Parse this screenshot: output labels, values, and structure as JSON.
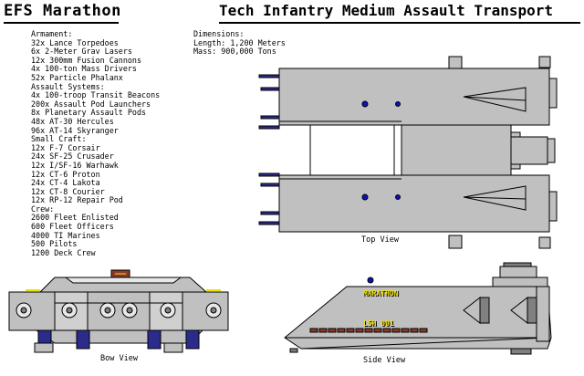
{
  "header": {
    "ship_name": "EFS Marathon",
    "ship_class": "Tech Infantry Medium Assault Transport"
  },
  "specs": [
    "Armament:",
    "32x Lance Torpedoes",
    "6x 2-Meter Grav Lasers",
    "12x 300mm Fusion Cannons",
    "4x 100-ton Mass Drivers",
    "52x Particle Phalanx",
    "Assault Systems:",
    "4x 100-troop Transit Beacons",
    "200x Assault Pod Launchers",
    "8x Planetary Assault Pods",
    "48x AT-30 Hercules",
    "96x AT-14 Skyranger",
    "Small Craft:",
    "12x F-7 Corsair",
    "24x SF-25 Crusader",
    "12x I/SF-16 Warhawk",
    "12x CT-6 Proton",
    "24x CT-4 Lakota",
    "12x CT-8 Courier",
    "12x RP-12 Repair Pod",
    "Crew:",
    "2600 Fleet Enlisted",
    "600 Fleet Officers",
    "4000 TI Marines",
    "500 Pilots",
    "1200 Deck Crew"
  ],
  "dimensions": [
    "Dimensions:",
    "Length: 1,200 Meters",
    "Mass: 900,000 Tons"
  ],
  "views": {
    "top": "Top View",
    "bow": "Bow View",
    "side": "Side View"
  },
  "hull_markings": {
    "name": "MARATHON",
    "registry": "LSH 001"
  },
  "colors": {
    "hull": "#c0c0c0",
    "hull_dark": "#808080",
    "engine_glow": "#2b2b8c",
    "marking": "#f0e000",
    "engine_rack": "#8b3a2a",
    "running_light": "#1010c0"
  }
}
